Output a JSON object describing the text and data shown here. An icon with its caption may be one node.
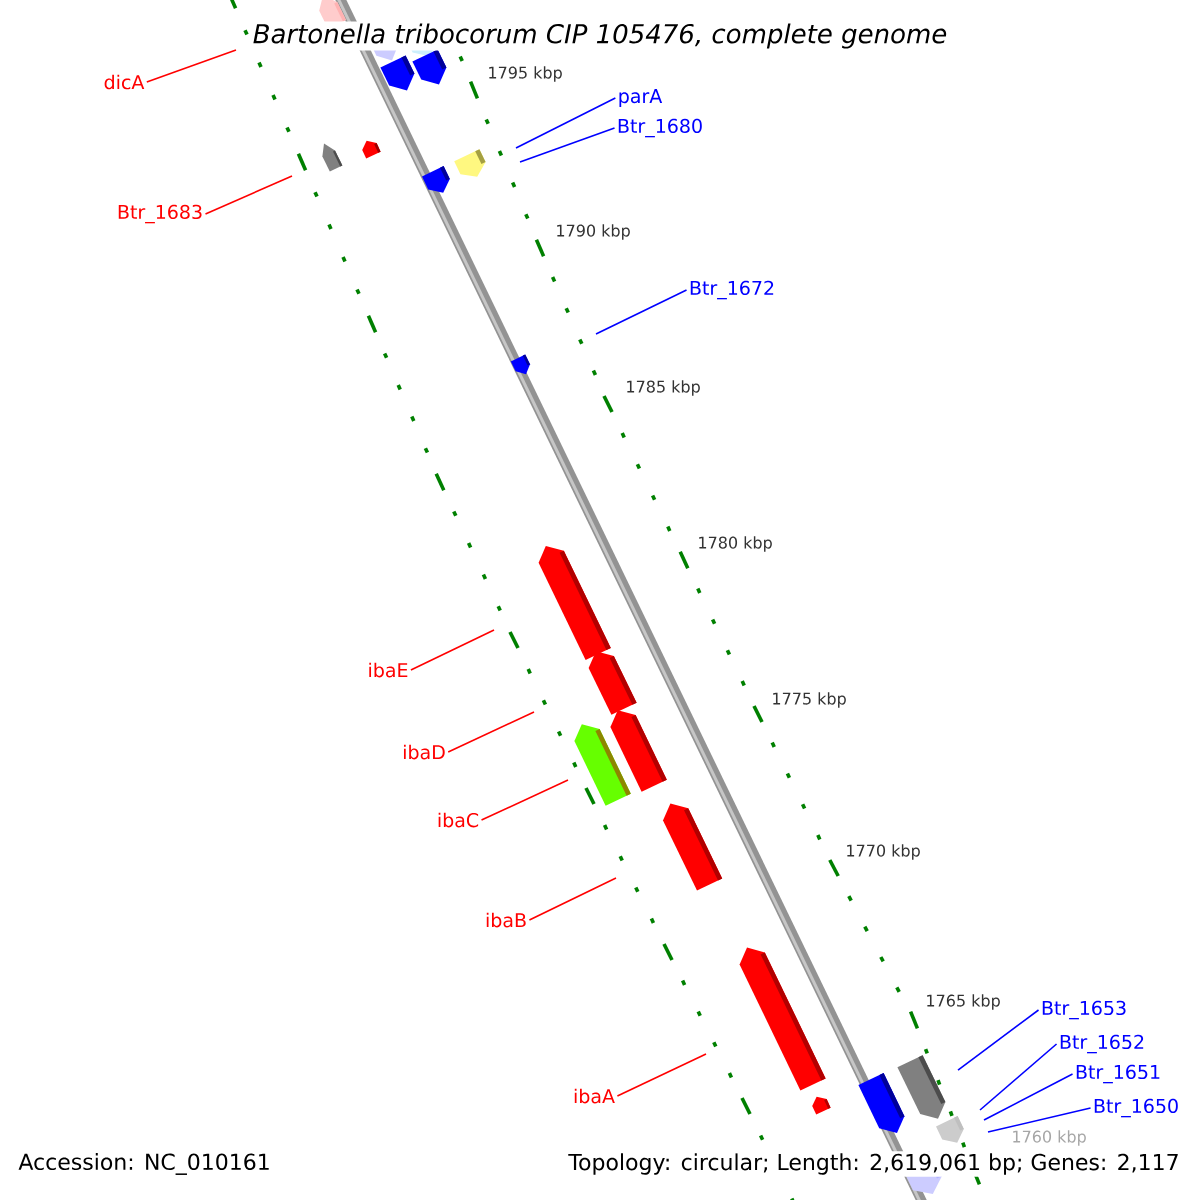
{
  "diagram": {
    "title": "Bartonella tribocorum CIP 105476, complete genome",
    "nodes": [
      {
        "text": [
          "dicA"
        ]
      },
      {
        "text": [
          "parA"
        ]
      },
      {
        "text": [
          "Btr_1680"
        ]
      },
      {
        "text": [
          "Btr_1683"
        ]
      },
      {
        "text": [
          "Btr_1672"
        ]
      },
      {
        "text": [
          "ibaE"
        ]
      },
      {
        "text": [
          "ibaD"
        ]
      },
      {
        "text": [
          "ibaC"
        ]
      },
      {
        "text": [
          "ibaB"
        ]
      },
      {
        "text": [
          "ibaA"
        ]
      },
      {
        "text": [
          "Btr_1653"
        ]
      },
      {
        "text": [
          "Btr_1652"
        ]
      },
      {
        "text": [
          "Btr_1651"
        ]
      },
      {
        "text": [
          "Btr_1650"
        ]
      }
    ],
    "edges": [
      {
        "from": 0,
        "to": null,
        "arrow": "none",
        "color": "#ff0000"
      },
      {
        "from": 1,
        "to": null,
        "arrow": "none",
        "color": "#0000ff"
      },
      {
        "from": 2,
        "to": null,
        "arrow": "none",
        "color": "#0000ff"
      },
      {
        "from": 3,
        "to": null,
        "arrow": "none",
        "color": "#ff0000"
      },
      {
        "from": 4,
        "to": null,
        "arrow": "none",
        "color": "#0000ff"
      },
      {
        "from": 5,
        "to": null,
        "arrow": "none",
        "color": "#ff0000"
      },
      {
        "from": 6,
        "to": null,
        "arrow": "none",
        "color": "#ff0000"
      },
      {
        "from": 7,
        "to": null,
        "arrow": "none",
        "color": "#ff0000"
      },
      {
        "from": 8,
        "to": null,
        "arrow": "none",
        "color": "#ff0000"
      },
      {
        "from": 9,
        "to": null,
        "arrow": "none",
        "color": "#ff0000"
      },
      {
        "from": 10,
        "to": null,
        "arrow": "none",
        "color": "#0000ff"
      },
      {
        "from": 11,
        "to": null,
        "arrow": "none",
        "color": "#0000ff"
      },
      {
        "from": 12,
        "to": null,
        "arrow": "none",
        "color": "#0000ff"
      },
      {
        "from": 13,
        "to": null,
        "arrow": "none",
        "color": "#0000ff"
      }
    ],
    "labels": [
      "1795 kbp",
      "1790 kbp",
      "1785 kbp",
      "1780 kbp",
      "1775 kbp",
      "1770 kbp",
      "1765 kbp",
      "1760 kbp",
      "Accession: NC_010161",
      "Topology: circular; Length: 2,619,061 bp; Genes: 2,117"
    ]
  }
}
